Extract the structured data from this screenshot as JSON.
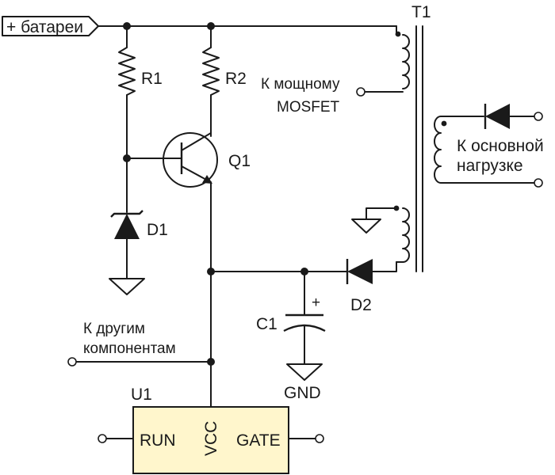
{
  "labels": {
    "battery": "+ батареи",
    "r1": "R1",
    "r2": "R2",
    "q1": "Q1",
    "d1": "D1",
    "d2": "D2",
    "c1": "C1",
    "c1_plus": "+",
    "gnd": "GND",
    "t1": "T1",
    "mosfet_line1": "К мощному",
    "mosfet_line2": "MOSFET",
    "load_line1": "К основной",
    "load_line2": "нагрузке",
    "other_line1": "К другим",
    "other_line2": "компонентам",
    "u1": "U1",
    "run": "RUN",
    "vcc": "VCC",
    "gate": "GATE"
  },
  "colors": {
    "wire": "#1a1a1a",
    "ic_fill": "#fff6cc",
    "background": "#ffffff"
  }
}
